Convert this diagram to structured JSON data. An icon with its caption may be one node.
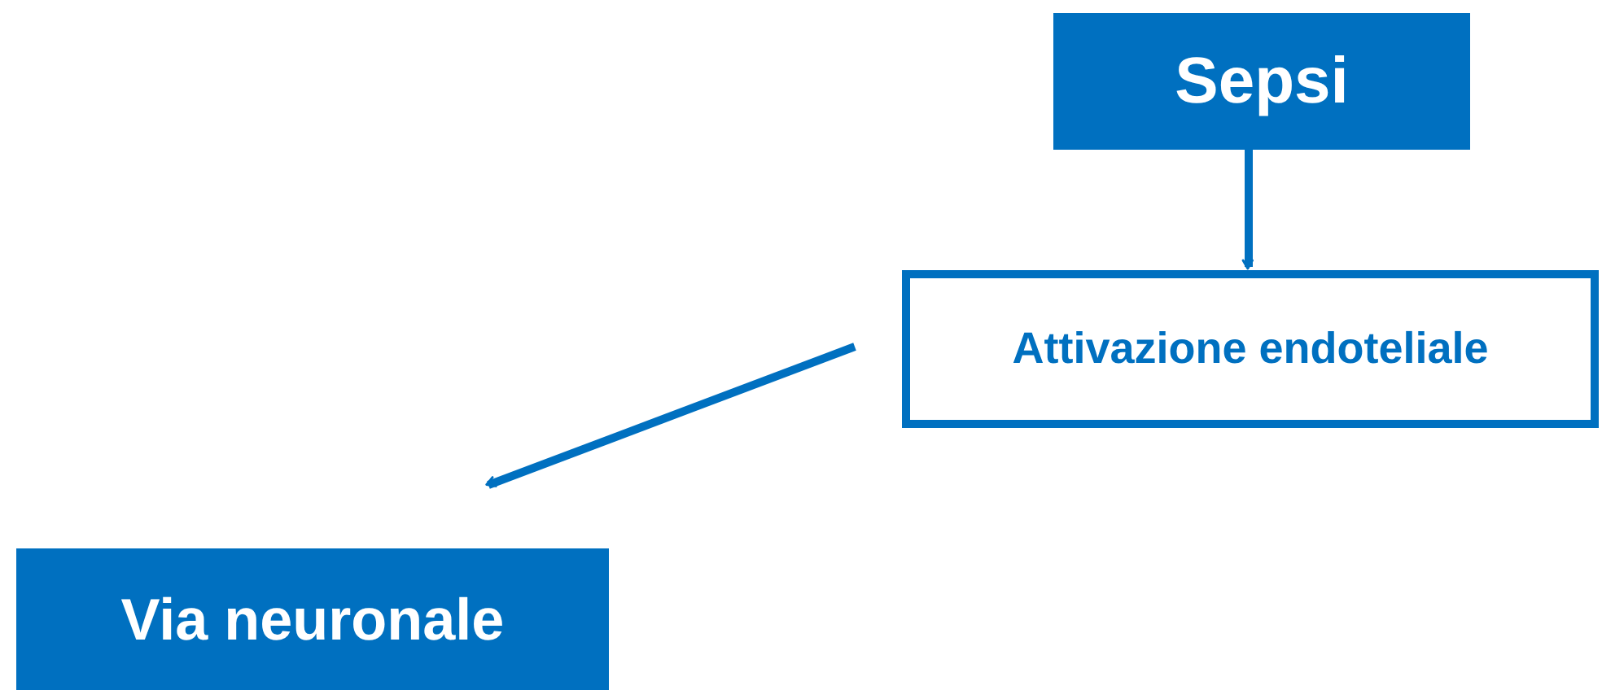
{
  "diagram": {
    "nodes": [
      {
        "text": [
          "Sepsi"
        ]
      },
      {
        "text": [
          "Attivazione endoteliale"
        ]
      },
      {
        "text": [
          "Via neuronale"
        ]
      }
    ],
    "edges": [
      {
        "from": 0,
        "to": 1,
        "arrow": "to"
      },
      {
        "from": 1,
        "to": 2,
        "arrow": "to"
      }
    ]
  }
}
